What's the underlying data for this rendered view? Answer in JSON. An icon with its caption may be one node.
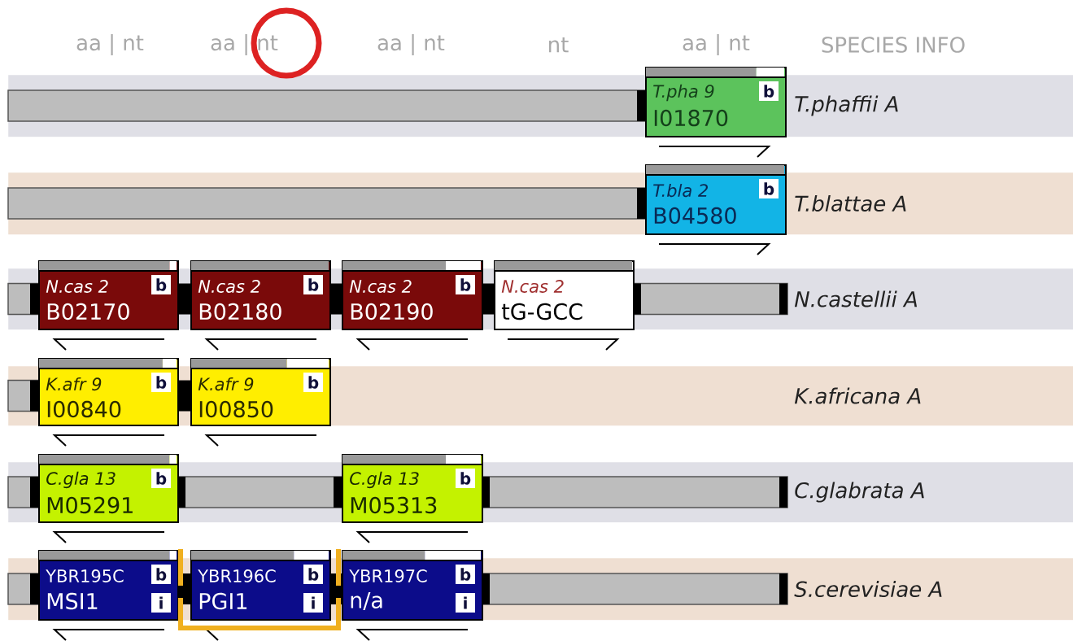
{
  "diagram": {
    "nodes": [
      {
        "text": [
          "T.phaffii A"
        ]
      },
      {
        "text": [
          "T.pha 9",
          "I01870",
          "b"
        ],
        "in": 0
      },
      {
        "text": [
          "T.blattae A"
        ]
      },
      {
        "text": [
          "T.bla 2",
          "B04580",
          "b"
        ],
        "in": 2
      },
      {
        "text": [
          "N.castellii A"
        ]
      },
      {
        "text": [
          "N.cas 2",
          "B02170",
          "b"
        ],
        "in": 4
      },
      {
        "text": [
          "N.cas 2",
          "B02180",
          "b"
        ],
        "in": 4
      },
      {
        "text": [
          "N.cas 2",
          "B02190",
          "b"
        ],
        "in": 4
      },
      {
        "text": [
          "N.cas 2",
          "tG-GCC"
        ],
        "in": 4
      },
      {
        "text": [
          "K.africana A"
        ]
      },
      {
        "text": [
          "K.afr 9",
          "I00840",
          "b"
        ],
        "in": 9
      },
      {
        "text": [
          "K.afr 9",
          "I00850",
          "b"
        ],
        "in": 9
      },
      {
        "text": [
          "C.glabrata A"
        ]
      },
      {
        "text": [
          "C.gla 13",
          "M05291",
          "b"
        ],
        "in": 12
      },
      {
        "text": [
          "C.gla 13",
          "M05313",
          "b"
        ],
        "in": 12
      },
      {
        "text": [
          "S.cerevisiae A"
        ]
      },
      {
        "text": [
          "YBR195C",
          "MSI1",
          "b",
          "i"
        ],
        "in": 15
      },
      {
        "text": [
          "YBR196C",
          "PGI1",
          "b",
          "i"
        ],
        "in": 15
      },
      {
        "text": [
          "YBR197C",
          "n/a",
          "b",
          "i"
        ],
        "in": 15
      }
    ],
    "labels": [
      "aa | nt",
      "aa | nt",
      "aa | nt",
      "nt",
      "aa | nt",
      "SPECIES INFO"
    ]
  }
}
